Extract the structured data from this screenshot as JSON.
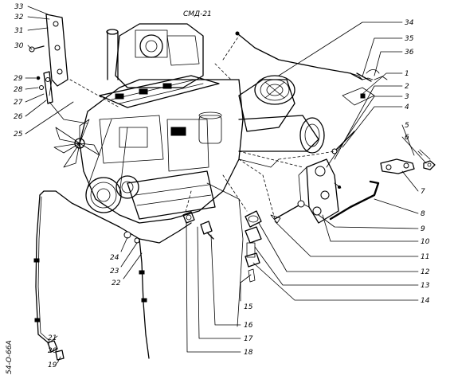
{
  "diagram": {
    "engine_label": "СМД-21",
    "figure_code": "54-О-66А",
    "callouts_left": [
      "33",
      "32",
      "31",
      "30",
      "29",
      "28",
      "27",
      "26",
      "25"
    ],
    "callouts_right": [
      "34",
      "35",
      "36",
      "1",
      "2",
      "3",
      "4",
      "5",
      "6",
      "7",
      "8",
      "9",
      "10",
      "11",
      "12",
      "13",
      "14"
    ],
    "callouts_bottom": [
      "24",
      "23",
      "22",
      "21",
      "20",
      "19",
      "15",
      "16",
      "17",
      "18"
    ]
  }
}
